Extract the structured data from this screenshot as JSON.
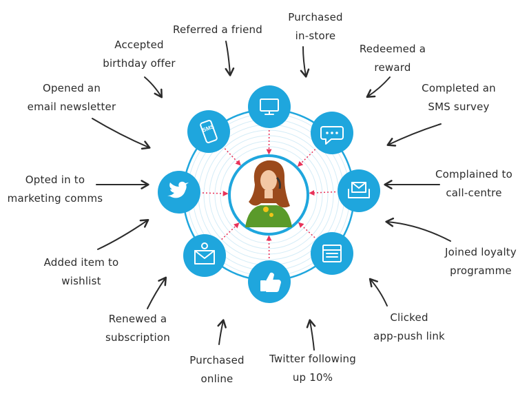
{
  "colors": {
    "accent": "#1fa6dd",
    "ring": "#1fa6dd",
    "connector": "#e8335a",
    "text": "#2b2b2b",
    "arrow": "#2b2b2b"
  },
  "center": {
    "icon": "woman-on-phone-illustration"
  },
  "channels": [
    {
      "icon": "monitor-icon"
    },
    {
      "icon": "chat-bubble-icon"
    },
    {
      "icon": "envelope-in-tray-icon"
    },
    {
      "icon": "browser-window-icon"
    },
    {
      "icon": "thumbs-up-icon"
    },
    {
      "icon": "email-envelope-icon"
    },
    {
      "icon": "twitter-bird-icon"
    },
    {
      "icon": "sms-phone-icon"
    }
  ],
  "labels": [
    {
      "key": "referred",
      "lines": [
        "Referred a friend"
      ]
    },
    {
      "key": "instore",
      "lines": [
        "Purchased",
        "in-store"
      ]
    },
    {
      "key": "redeemed",
      "lines": [
        "Redeemed a",
        "reward"
      ]
    },
    {
      "key": "sms_survey",
      "lines": [
        "Completed an",
        "SMS survey"
      ]
    },
    {
      "key": "complained",
      "lines": [
        "Complained to",
        "call-centre"
      ]
    },
    {
      "key": "loyalty",
      "lines": [
        "Joined loyalty",
        "programme"
      ]
    },
    {
      "key": "app_push",
      "lines": [
        "Clicked",
        "app-push link"
      ]
    },
    {
      "key": "twitter",
      "lines": [
        "Twitter following",
        "up 10%"
      ]
    },
    {
      "key": "online",
      "lines": [
        "Purchased",
        "online"
      ]
    },
    {
      "key": "subscription",
      "lines": [
        "Renewed a",
        "subscription"
      ]
    },
    {
      "key": "wishlist",
      "lines": [
        "Added item to",
        "wishlist"
      ]
    },
    {
      "key": "opted_in",
      "lines": [
        "Opted in to",
        "marketing comms"
      ]
    },
    {
      "key": "newsletter",
      "lines": [
        "Opened an",
        "email newsletter"
      ]
    },
    {
      "key": "birthday",
      "lines": [
        "Accepted",
        "birthday offer"
      ]
    }
  ]
}
